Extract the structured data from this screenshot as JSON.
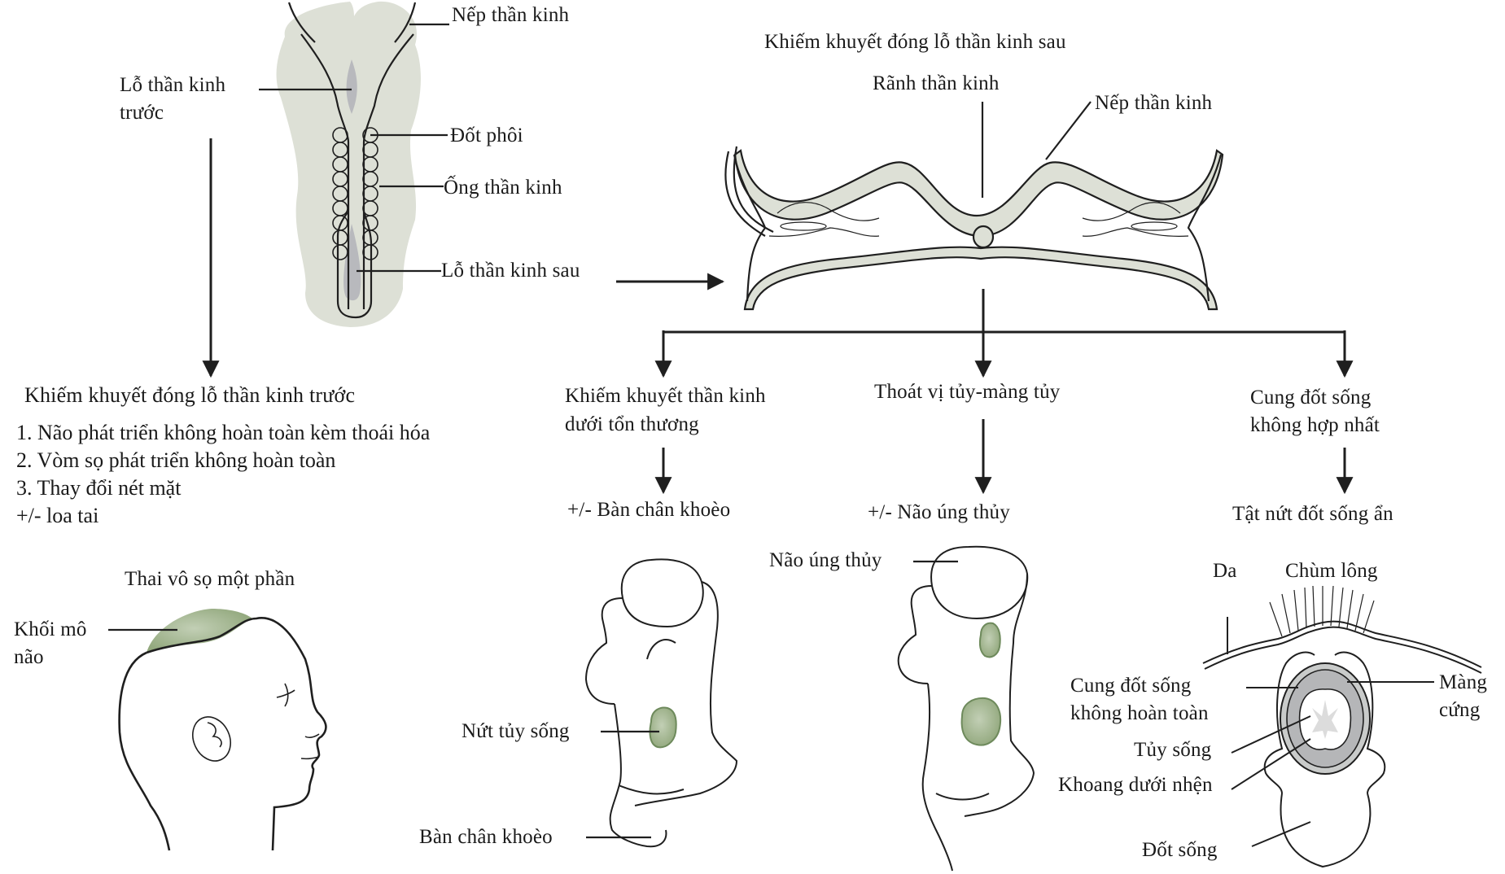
{
  "colors": {
    "embryo_fill": "#dde0d6",
    "neuropore_fill": "#b8b9bd",
    "lesion_green": "#9bae87",
    "lesion_stroke": "#6e8a5c",
    "dura_gray": "#c9cbca",
    "subarachnoid_gray": "#b5b6b8",
    "line": "#1f1f1f"
  },
  "embryo": {
    "labels": {
      "neural_fold": "Nếp thần kinh",
      "anterior_neuropore_line1": "Lỗ thần kinh",
      "anterior_neuropore_line2": "trước",
      "somite": "Đốt phôi",
      "neural_tube": "Ống thần kinh",
      "posterior_neuropore": "Lỗ thần kinh sau"
    }
  },
  "anterior": {
    "title": "Khiếm khuyết đóng lỗ thần kinh trước",
    "items": [
      "1. Não phát triển không hoàn toàn kèm thoái hóa",
      "2. Vòm sọ phát triển không hoàn toàn",
      "3. Thay đổi nét mặt",
      "+/- loa tai"
    ],
    "example_title": "Thai vô sọ một phần",
    "brain_tissue_line1": "Khối mô",
    "brain_tissue_line2": "não"
  },
  "posterior": {
    "title": "Khiếm khuyết đóng lỗ thần kinh sau",
    "neural_groove": "Rãnh thần kinh",
    "neural_fold": "Nếp thần kinh",
    "branches": [
      {
        "title_line1": "Khiếm khuyết thần kinh",
        "title_line2": "dưới tổn thương",
        "outcome": "+/- Bàn chân khoèo",
        "labels": {
          "lesion": "Nứt tủy sống",
          "clubfoot": "Bàn chân khoèo"
        }
      },
      {
        "title_line1": "Thoát vị tủy-màng tủy",
        "outcome": "+/- Não úng thủy",
        "labels": {
          "hydrocephalus": "Não úng thủy"
        }
      },
      {
        "title_line1": "Cung đốt sống",
        "title_line2": "không hợp nhất",
        "outcome": "Tật nứt đốt sống ẩn",
        "labels": {
          "skin": "Da",
          "hair_tuft": "Chùm lông",
          "incomplete_arch_line1": "Cung đốt sống",
          "incomplete_arch_line2": "không hoàn toàn",
          "dura_line1": "Màng",
          "dura_line2": "cứng",
          "spinal_cord": "Tủy sống",
          "subarachnoid": "Khoang dưới nhện",
          "vertebra": "Đốt sống"
        }
      }
    ]
  }
}
